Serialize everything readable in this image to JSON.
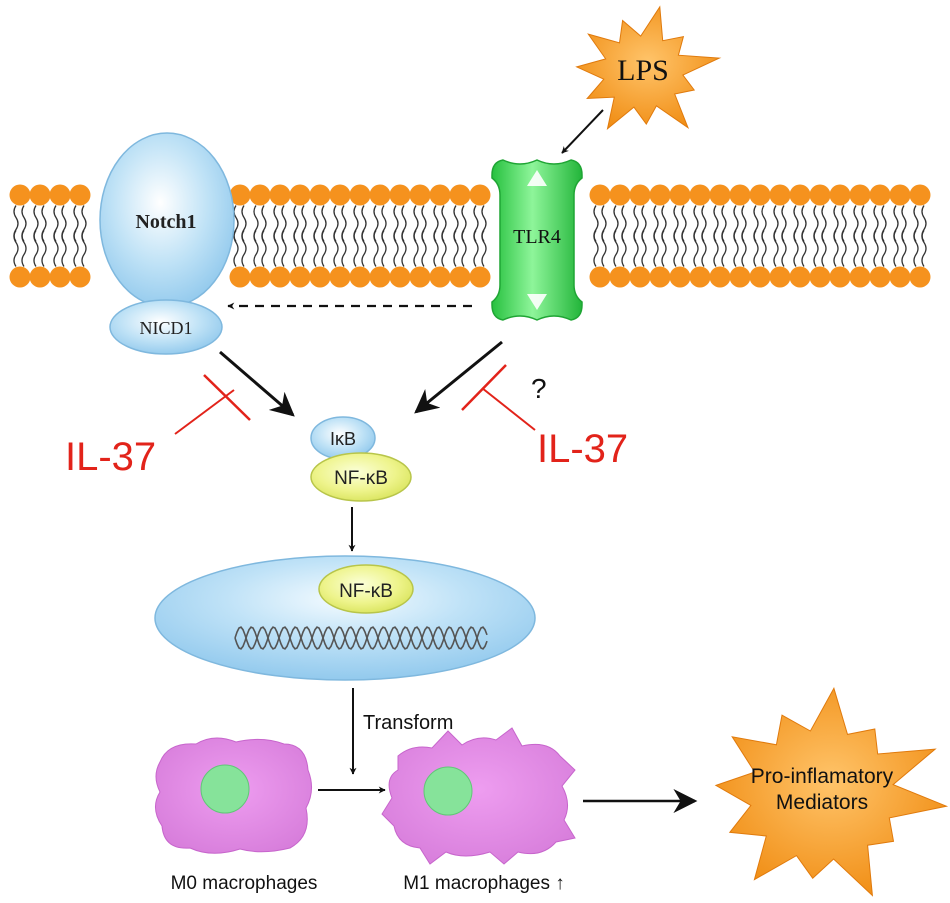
{
  "labels": {
    "lps": "LPS",
    "notch1": "Notch1",
    "tlr4": "TLR4",
    "nicd1": "NICD1",
    "ikb": "IκB",
    "nfkb_cyto": "NF-κB",
    "nfkb_nucleus": "NF-κB",
    "il37_left": "IL-37",
    "il37_right": "IL-37",
    "question": "?",
    "transform": "Transform",
    "m0": "M0 macrophages",
    "m1": "M1 macrophages ↑",
    "mediators_line1": "Pro-inflamatory",
    "mediators_line2": "Mediators"
  },
  "colors": {
    "lipid_head": "#F5921E",
    "receptor_green": "#33D14B",
    "inhibitor_red": "#E2231A",
    "blue_protein": "#A9D6F2",
    "yellow_protein": "#E8F07A",
    "macrophage": "#DE85E0",
    "nucleus_green": "#86E39A",
    "burst": "#F59A1F"
  }
}
